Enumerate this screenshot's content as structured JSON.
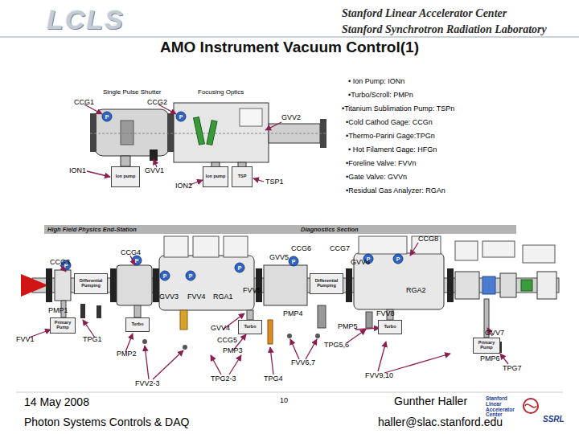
{
  "diagram": {
    "title": "AMO Instrument Vacuum Control(1)",
    "nodes": [
      {
        "text": [
          "Ion pump"
        ]
      },
      {
        "text": [
          "Ion pump"
        ]
      },
      {
        "text": [
          "TSP"
        ]
      },
      {
        "text": [
          "High Field Physics End-Station"
        ]
      },
      {
        "text": [
          "Diagnostics Section"
        ]
      },
      {
        "text": [
          "Differential Pumping"
        ]
      },
      {
        "text": [
          "Differential Pumping"
        ]
      },
      {
        "text": [
          "Primary Pump"
        ]
      },
      {
        "text": [
          "Turbo"
        ]
      },
      {
        "text": [
          "Turbo"
        ]
      },
      {
        "text": [
          "Turbo"
        ]
      },
      {
        "text": [
          "Primary Pump"
        ]
      }
    ],
    "labels": [
      "LCLS",
      "Stanford Linear Accelerator Center",
      "Stanford Synchrotron Radiation Laboratory",
      "• Ion Pump: IONn",
      "•Turbo/Scroll: PMPn",
      "•Titanium Sublimation Pump: TSPn",
      "•Cold Cathod Gage: CCGn",
      "•Thermo-Parini Gage:TPGn",
      "• Hot Filament Gage: HFGn",
      "•Foreline Valve: FVVn",
      "•Gate Valve: GVVn",
      "•Residual Gas Analyzer: RGAn",
      "Single Pulse Shutter",
      "Focusing Optics",
      "CCG1",
      "CCG2",
      "GVV2",
      "ION1",
      "GVV1",
      "ION2",
      "TSP1",
      "CCG3",
      "CCG4",
      "CCG6",
      "CCG7",
      "CCG8",
      "GVV5",
      "GVV6",
      "GVV3",
      "FVV4",
      "RGA1",
      "FVV5",
      "RGA2",
      "PMP1",
      "FVV1",
      "TPG1",
      "PMP2",
      "FVV2-3",
      "GVV4",
      "CCG5",
      "PMP3",
      "TPG2-3",
      "TPG4",
      "FVV6,7",
      "PMP4",
      "FVV8",
      "PMP5",
      "TPG5,6",
      "GVV7",
      "PMP6",
      "TPG7",
      "FVV9,10",
      "14 May 2008",
      "10",
      "Gunther Haller",
      "Photon Systems Controls & DAQ",
      "haller@slac.stanford.edu",
      "Stanford Linear Accelerator Center",
      "SSRL",
      "P",
      "P",
      "P",
      "P",
      "P",
      "P",
      "P",
      "P",
      "P",
      "P"
    ]
  }
}
